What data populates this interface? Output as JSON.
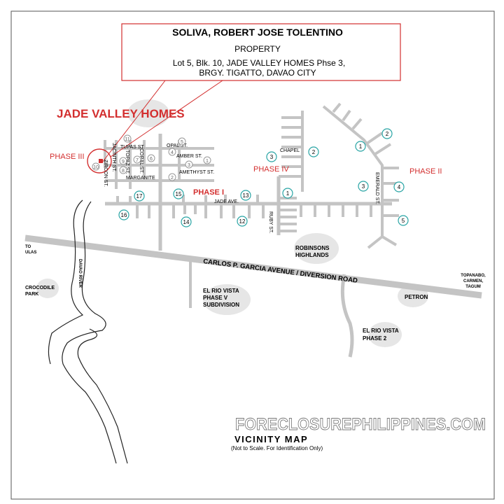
{
  "callout": {
    "owner": "SOLIVA, ROBERT JOSE TOLENTINO",
    "kind": "PROPERTY",
    "address_line1": "Lot 5, Blk. 10, JADE VALLEY HOMES Phse 3,",
    "address_line2": "BRGY. TIGATTO, DAVAO CITY"
  },
  "subdivision_title": "JADE VALLEY HOMES",
  "phases": {
    "phase1": "PHASE I",
    "phase2": "PHASE II",
    "phase3": "PHASE III",
    "phase4": "PHASE IV"
  },
  "streets": {
    "tupas": "TUPAS ST.",
    "opal": "OPAL ST.",
    "amber": "AMBER ST.",
    "amethyst": "AMETHYST ST.",
    "marganite": "MARGANITE",
    "jade_ave": "JADE AVE.",
    "chapel": "CHAPEL",
    "emerald": "EMERALD ST.",
    "ruby": "RUBY ST.",
    "jacinth": "JACINTH ST.",
    "zircon": "ZIRCON ST.",
    "topaz": "TOPAZ ST.",
    "coral": "CORAL ST.",
    "main_road": "CARLOS  P. GARCIA AVENUE / DIVERSION ROAD"
  },
  "places": {
    "to_ulas_1": "TO",
    "to_ulas_2": "ULAS",
    "crocodile_1": "CROCODILE",
    "crocodile_2": "PARK",
    "davao_river": "DAVAO RIVER",
    "robinsons_1": "ROBINSONS",
    "robinsons_2": "HIGHLANDS",
    "elrio5_1": "EL RIO VISTA",
    "elrio5_2": "PHASE V",
    "elrio5_3": "SUBDIVISION",
    "petron": "PETRON",
    "elrio2_1": "EL RIO VISTA",
    "elrio2_2": "PHASE 2",
    "topanabo_1": "TOPANABO,",
    "topanabo_2": "CARMEN,",
    "topanabo_3": "TAGUM"
  },
  "block_markers": {
    "p3": [
      "11",
      "9",
      "10",
      "8",
      "7",
      "6",
      "5",
      "4",
      "3",
      "2",
      "1"
    ],
    "p1": [
      "17",
      "15",
      "13",
      "16",
      "14",
      "12"
    ],
    "p4": [
      "3",
      "2",
      "1"
    ],
    "p2": [
      "2",
      "1",
      "3",
      "4",
      "5"
    ]
  },
  "footer": {
    "watermark": "FORECLOSUREPHILIPPINES.COM",
    "title": "VICINITY MAP",
    "note": "(Not to Scale. For Identification Only)"
  },
  "colors": {
    "road": "#c4c4c4",
    "accent_red": "#d32f2f",
    "marker_teal": "#2aa5a5",
    "text": "#000000"
  }
}
